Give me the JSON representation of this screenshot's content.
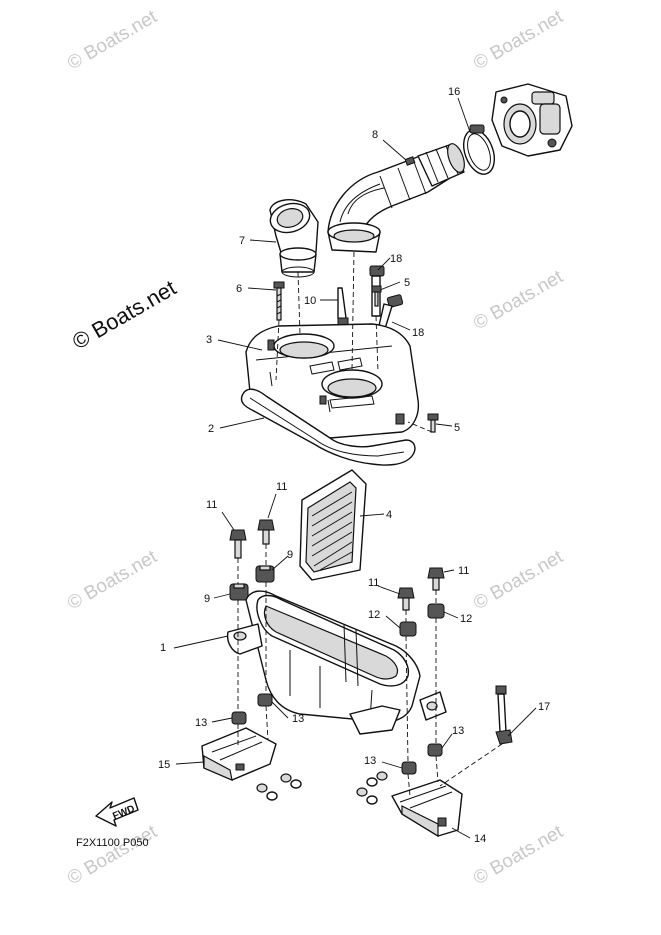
{
  "watermark": "© Boats.net",
  "drawing_code": "F2X1100 P050",
  "fwd_label": "FWD",
  "callouts": {
    "c1": "1",
    "c2": "2",
    "c3": "3",
    "c4": "4",
    "c5a": "5",
    "c5b": "5",
    "c6": "6",
    "c7": "7",
    "c8": "8",
    "c9a": "9",
    "c9b": "9",
    "c10": "10",
    "c11a": "11",
    "c11b": "11",
    "c11c": "11",
    "c11d": "11",
    "c12a": "12",
    "c12b": "12",
    "c13a": "13",
    "c13b": "13",
    "c13c": "13",
    "c13d": "13",
    "c14": "14",
    "c15": "15",
    "c16": "16",
    "c17": "17",
    "c18a": "18",
    "c18b": "18"
  }
}
